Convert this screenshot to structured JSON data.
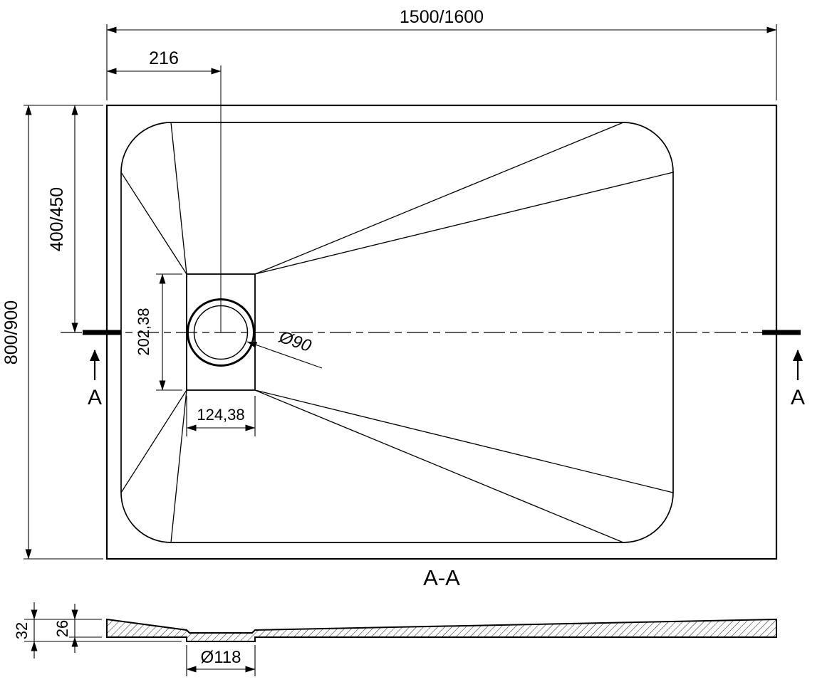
{
  "colors": {
    "line": "#000000",
    "background": "#ffffff"
  },
  "top_view": {
    "dim_length": "1500/1600",
    "dim_drain_offset": "216",
    "dim_center_offset": "400/450",
    "dim_width": "800/900",
    "dim_drain_plate_height": "202,38",
    "dim_drain_plate_width": "124,38",
    "dim_drain_diameter": "Ø90",
    "section_marker_left": "A",
    "section_marker_right": "A"
  },
  "section_view": {
    "title": "A-A",
    "dim_total_thickness": "32",
    "dim_edge_thickness": "26",
    "dim_drain_hole_diameter": "Ø118"
  }
}
